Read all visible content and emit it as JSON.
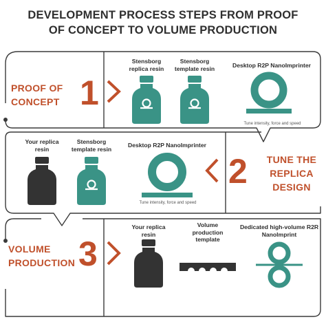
{
  "title": {
    "line1": "DEVELOPMENT PROCESS STEPS FROM PROOF",
    "line2": "OF CONCEPT TO VOLUME PRODUCTION"
  },
  "colors": {
    "accent": "#c0502b",
    "teal": "#3a9386",
    "dark": "#333333",
    "frame": "#3a3a3a"
  },
  "steps": [
    {
      "number": "1",
      "stage_line1": "PROOF OF",
      "stage_line2": "CONCEPT",
      "items": [
        {
          "label": "Stensborg replica resin",
          "icon": "teal-bottle-icon"
        },
        {
          "label": "Stensborg template resin",
          "icon": "teal-bottle-icon"
        },
        {
          "label": "Desktop R2P NanoImprinter",
          "icon": "roller-imprinter-icon",
          "note": "Tune intensity, force and speed"
        }
      ]
    },
    {
      "number": "2",
      "stage_line1": "TUNE THE",
      "stage_line2": "REPLICA",
      "stage_line3": "DESIGN",
      "items": [
        {
          "label": "Your replica resin",
          "icon": "dark-bottle-icon"
        },
        {
          "label": "Stensborg template resin",
          "icon": "teal-bottle-icon"
        },
        {
          "label": "Desktop R2P NanoImprinter",
          "icon": "roller-imprinter-icon",
          "note": "Tune intensity, force and speed"
        }
      ]
    },
    {
      "number": "3",
      "stage_line1": "VOLUME",
      "stage_line2": "PRODUCTION",
      "items": [
        {
          "label": "Your replica resin",
          "icon": "dark-bottle-icon"
        },
        {
          "label": "Volume production template",
          "icon": "template-strip-icon"
        },
        {
          "label": "Dedicated high-volume R2R NanoImprint",
          "icon": "r2r-rollers-icon"
        }
      ]
    }
  ]
}
